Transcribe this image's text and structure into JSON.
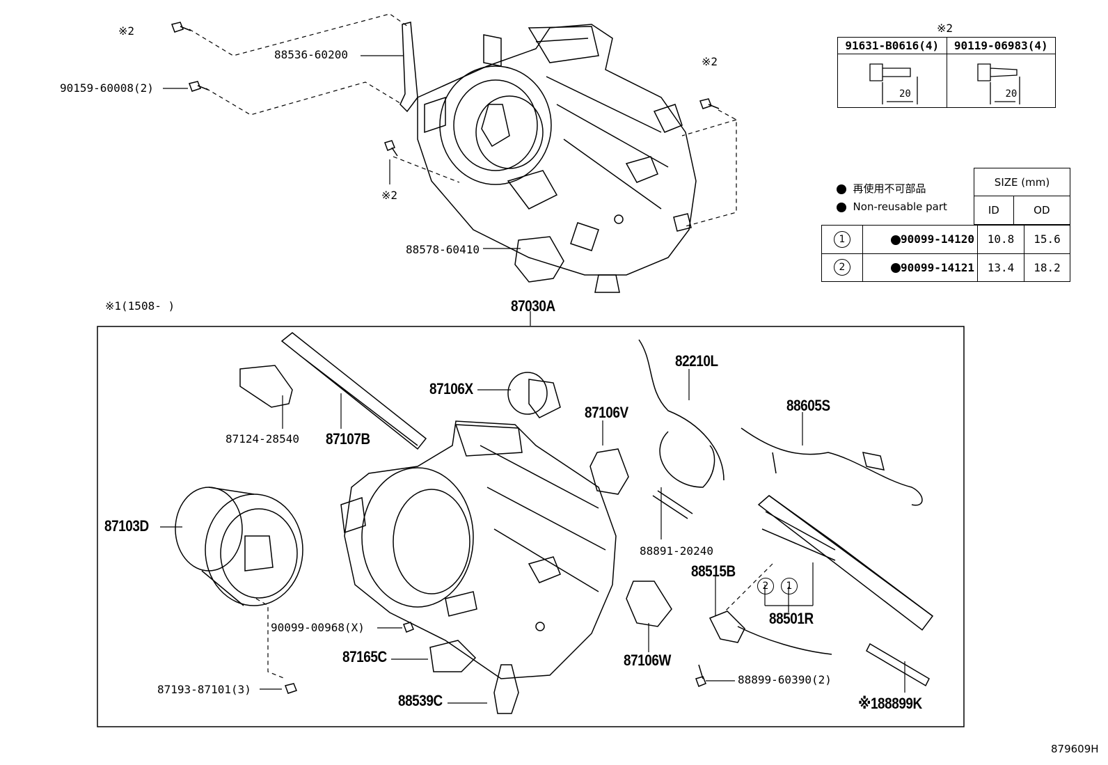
{
  "top_labels": {
    "bolt_note_a": "※2",
    "bracket": "88536-60200",
    "bolt_90159": "90159-60008(2)",
    "bolt_note_b": "※2",
    "bolt_note_c": "※2",
    "servo_88578": "88578-60410"
  },
  "fastener_table": {
    "header_note": "※2",
    "col1": "91631-B0616(4)",
    "col2": "90119-06983(4)",
    "dim1": "20",
    "dim2": "20"
  },
  "size_table": {
    "legend_jp": "再使用不可部品",
    "legend_en": "Non-reusable part",
    "size_header": "SIZE (mm)",
    "id_header": "ID",
    "od_header": "OD",
    "rows": [
      {
        "key": "1",
        "part": "90099-14120",
        "id": "10.8",
        "od": "15.6"
      },
      {
        "key": "2",
        "part": "90099-14121",
        "id": "13.4",
        "od": "18.2"
      }
    ]
  },
  "assembly": {
    "note": "※1(1508-    )",
    "title": "87030A"
  },
  "parts": {
    "p87124": "87124-28540",
    "p87107B": "87107B",
    "p87106X": "87106X",
    "p82210L": "82210L",
    "p87106V": "87106V",
    "p88605S": "88605S",
    "p87103D": "87103D",
    "p88891": "88891-20240",
    "p88515B": "88515B",
    "p88501R": "88501R",
    "circle2": "2",
    "circle1": "1",
    "p90099_00968": "90099-00968(X)",
    "p87165C": "87165C",
    "p87106W": "87106W",
    "p88899_60390": "88899-60390(2)",
    "p87193": "87193-87101(3)",
    "p88539C": "88539C",
    "p88899K": "※188899K"
  },
  "diagram_id": "879609H"
}
